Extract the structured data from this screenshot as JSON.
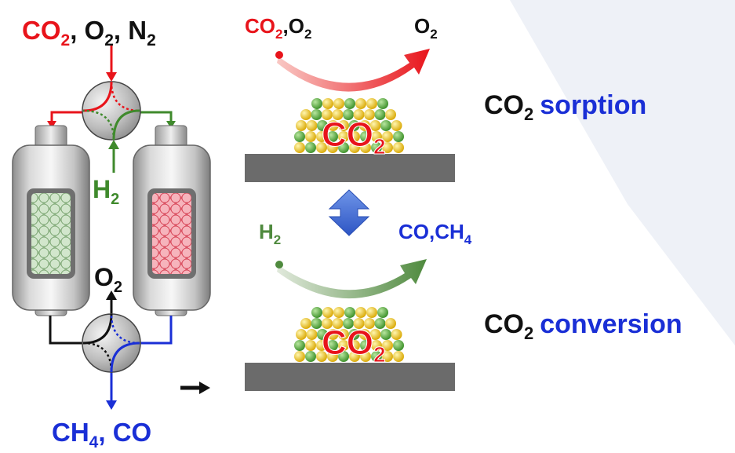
{
  "colors": {
    "red": "#e8141b",
    "green": "#3f8a2c",
    "blue": "#1a2fd6",
    "black": "#111111",
    "bg_shape": "#eef1f7",
    "plate": "#6b6b6b",
    "pellet_yellow": "#f2c30c",
    "pellet_green": "#54b03a"
  },
  "inlet": {
    "co2": "CO",
    "co2_sub": "2",
    "sep1": ", ",
    "o2": "O",
    "o2_sub": "2",
    "sep2": ", ",
    "n2": "N",
    "n2_sub": "2"
  },
  "h2_left": {
    "base": "H",
    "sub": "2"
  },
  "o2_outlet": {
    "base": "O",
    "sub": "2"
  },
  "product_outlet": {
    "ch4": "CH",
    "ch4_sub": "4",
    "sep": ", ",
    "co": "CO"
  },
  "top_panel": {
    "in_co2": "CO",
    "in_co2_sub": "2",
    "in_sep": ",",
    "in_o2": "O",
    "in_o2_sub": "2",
    "out_o2": "O",
    "out_o2_sub": "2",
    "center": "CO",
    "center_sub": "2"
  },
  "bottom_panel": {
    "in_h2": "H",
    "in_h2_sub": "2",
    "out": "CO,CH",
    "out_sub": "4",
    "center": "CO",
    "center_sub": "2"
  },
  "labels": {
    "sorption_co2": "CO",
    "sorption_co2_sub": "2",
    "sorption_word": "sorption",
    "conversion_co2": "CO",
    "conversion_co2_sub": "2",
    "conversion_word": "conversion"
  }
}
